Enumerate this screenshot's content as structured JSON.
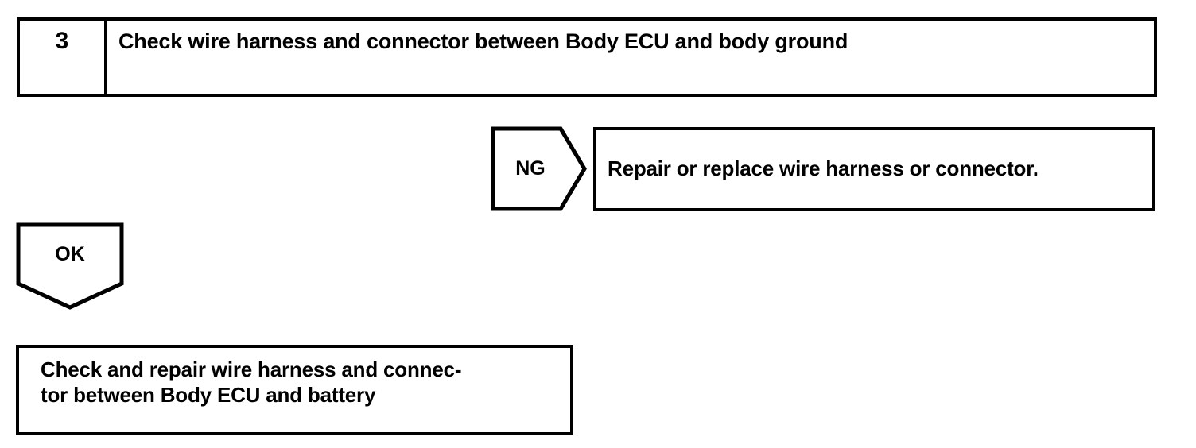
{
  "page": {
    "background_color": "#ffffff",
    "line_color": "#000000",
    "text_color": "#000000"
  },
  "step_header": {
    "number": "3",
    "title": "Check wire harness and connector between Body ECU and body ground"
  },
  "branches": {
    "ng": {
      "label": "NG",
      "shape": "pentagon-arrow-right",
      "result": {
        "text": "Repair or replace wire harness or connector."
      }
    },
    "ok": {
      "label": "OK",
      "shape": "pentagon-arrow-down",
      "result": {
        "text": "Check and repair wire harness and connec-\ntor between Body ECU and battery"
      }
    }
  }
}
